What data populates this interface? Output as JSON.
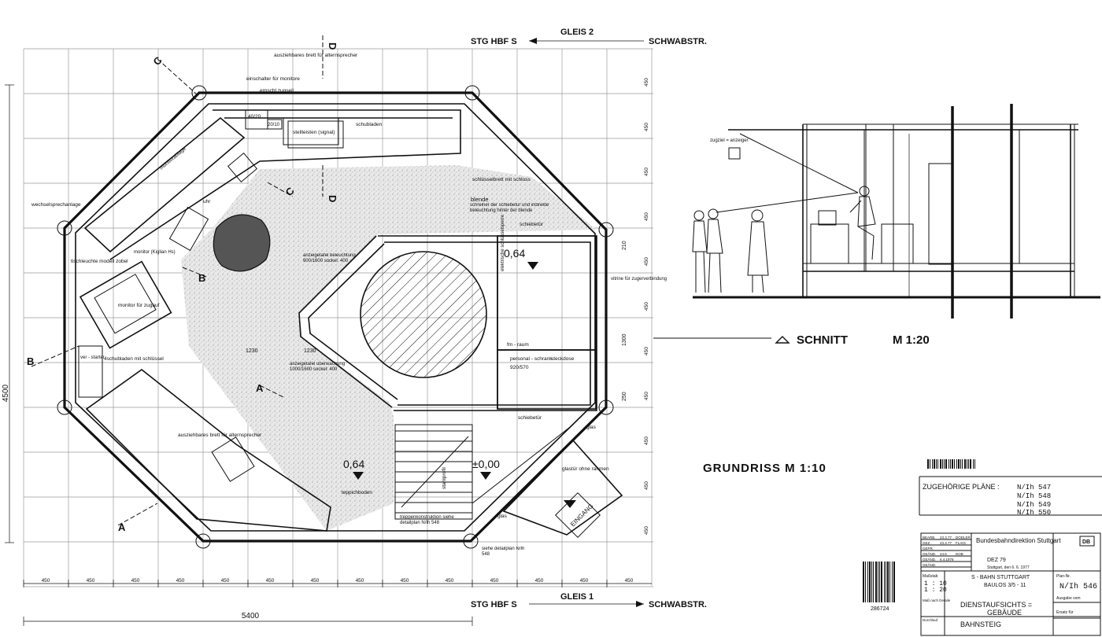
{
  "titles": {
    "plan": "GRUNDRISS   M 1:10",
    "section": "SCHNITT",
    "section_scale": "M 1:20"
  },
  "tracks": {
    "top_track": "GLEIS   2",
    "top_left": "STG HBF S",
    "top_right": "SCHWABSTR.",
    "bottom_track": "GLEIS   1",
    "bottom_left": "STG HBF S",
    "bottom_right": "SCHWABSTR."
  },
  "dimensions": {
    "overall_width": "5400",
    "overall_height": "4500",
    "module": "450",
    "inner_1230": "1230",
    "inner_1300": "1300",
    "inner_250": "250",
    "inner_210": "210"
  },
  "section_marks": {
    "a": "A",
    "b": "B",
    "c": "C",
    "d": "D"
  },
  "levels": {
    "floor": "0,64",
    "raised": "0,64",
    "ground": "±0,00"
  },
  "labels": {
    "shelf_top": "auszieh­bares brett für altern­sprecher",
    "switch": "einschalter für monitore",
    "pull_cord": "ernschl.zugseil",
    "cell_40_20": "40/20",
    "cell_20_10": "20/10",
    "signal": "stellleisten (signal)",
    "drawers": "schubladen",
    "key_board": "schlüsselbrett mit schloss",
    "screen": "blende",
    "screen_note": "schreiner der schiebetür und indirekte beleuchtung hinter der blende",
    "sliding_door": "schiebetür",
    "clock": "uhr",
    "monitor_shelf": "monitorablage",
    "table_model": "tischleuchte modell zobel",
    "monitor_signal": "monitor für zugauf",
    "monitor_small": "monitor (Kiglian Hs)",
    "display_panel_1": "anzeigetafel beleuchtung 900/1600 sockel: 400",
    "display_panel_2": "anzeigetafel überwachung 1000/1600 sockel: 400",
    "cabinet_radio": "elektrische schlüsselsperre",
    "fm_room": "fm - raum",
    "personnel_cabinet": "personal - schrank",
    "cab_size": "920/570",
    "socket": "steckdose",
    "glass": "glas",
    "glass_door": "glastür ohne rahmen",
    "entrance": "EINGANG",
    "stair_note": "treppenkonstruktion siehe detailplan N/Ih 548",
    "detail_note": "siehe detailplan N/Ih 548",
    "carpet_floor": "teppichboden",
    "shelf_bottom": "ausziehbares brett für alterns­precher",
    "switch_left": "wechselsprechanlage",
    "drawers_left": "4schubladen mit schlüssel",
    "starter": "ver - starter",
    "vitrine": "vitrine für zugerverbindung",
    "zugziel": "zugziel = anzeiger",
    "steps": "stahlprofil"
  },
  "legend": {
    "heading": "ZUGEHÖRIGE PLÄNE :",
    "plans": [
      "N/Ih  547",
      "N/Ih  548",
      "N/Ih  549",
      "N/Ih  550"
    ]
  },
  "titleblock": {
    "rows": [
      {
        "k": "BEARB.",
        "d": "23.3.77",
        "n": "DODLER"
      },
      {
        "k": "GEZ.",
        "d": "23.3.77",
        "n": "FLAIG"
      },
      {
        "k": "GEPR.",
        "d": "",
        "n": ""
      },
      {
        "k": "GEÄND.",
        "d": "24.6",
        "n": "DOB"
      },
      {
        "k": "GEÄND.",
        "d": "6.4.1978",
        "n": ""
      },
      {
        "k": "GEÄND.",
        "d": "",
        "n": ""
      }
    ],
    "authority": "Bundesbahndirektion Stuttgart",
    "date_line": "DEZ  79",
    "place_date": "Stuttgart, den  6. 6.   1977",
    "scale_label": "Maßstab",
    "scale": "1 : 10\n1 : 20",
    "project": "S - BAHN  STUTTGART",
    "section": "BAULOS  3/5 - 11",
    "plan_label": "Plan-Nr.",
    "plan_no": "N/Ih  546",
    "building": "DIENSTAUFSICHTS   =\nGEBÄUDE",
    "location": "BAHNSTEIG",
    "issued": "Ausgabe vom",
    "replace": "Ersatz für",
    "barcode_no": "286724",
    "detail_label": "Maß nach Detaile",
    "size_label": "Durchlauf"
  }
}
